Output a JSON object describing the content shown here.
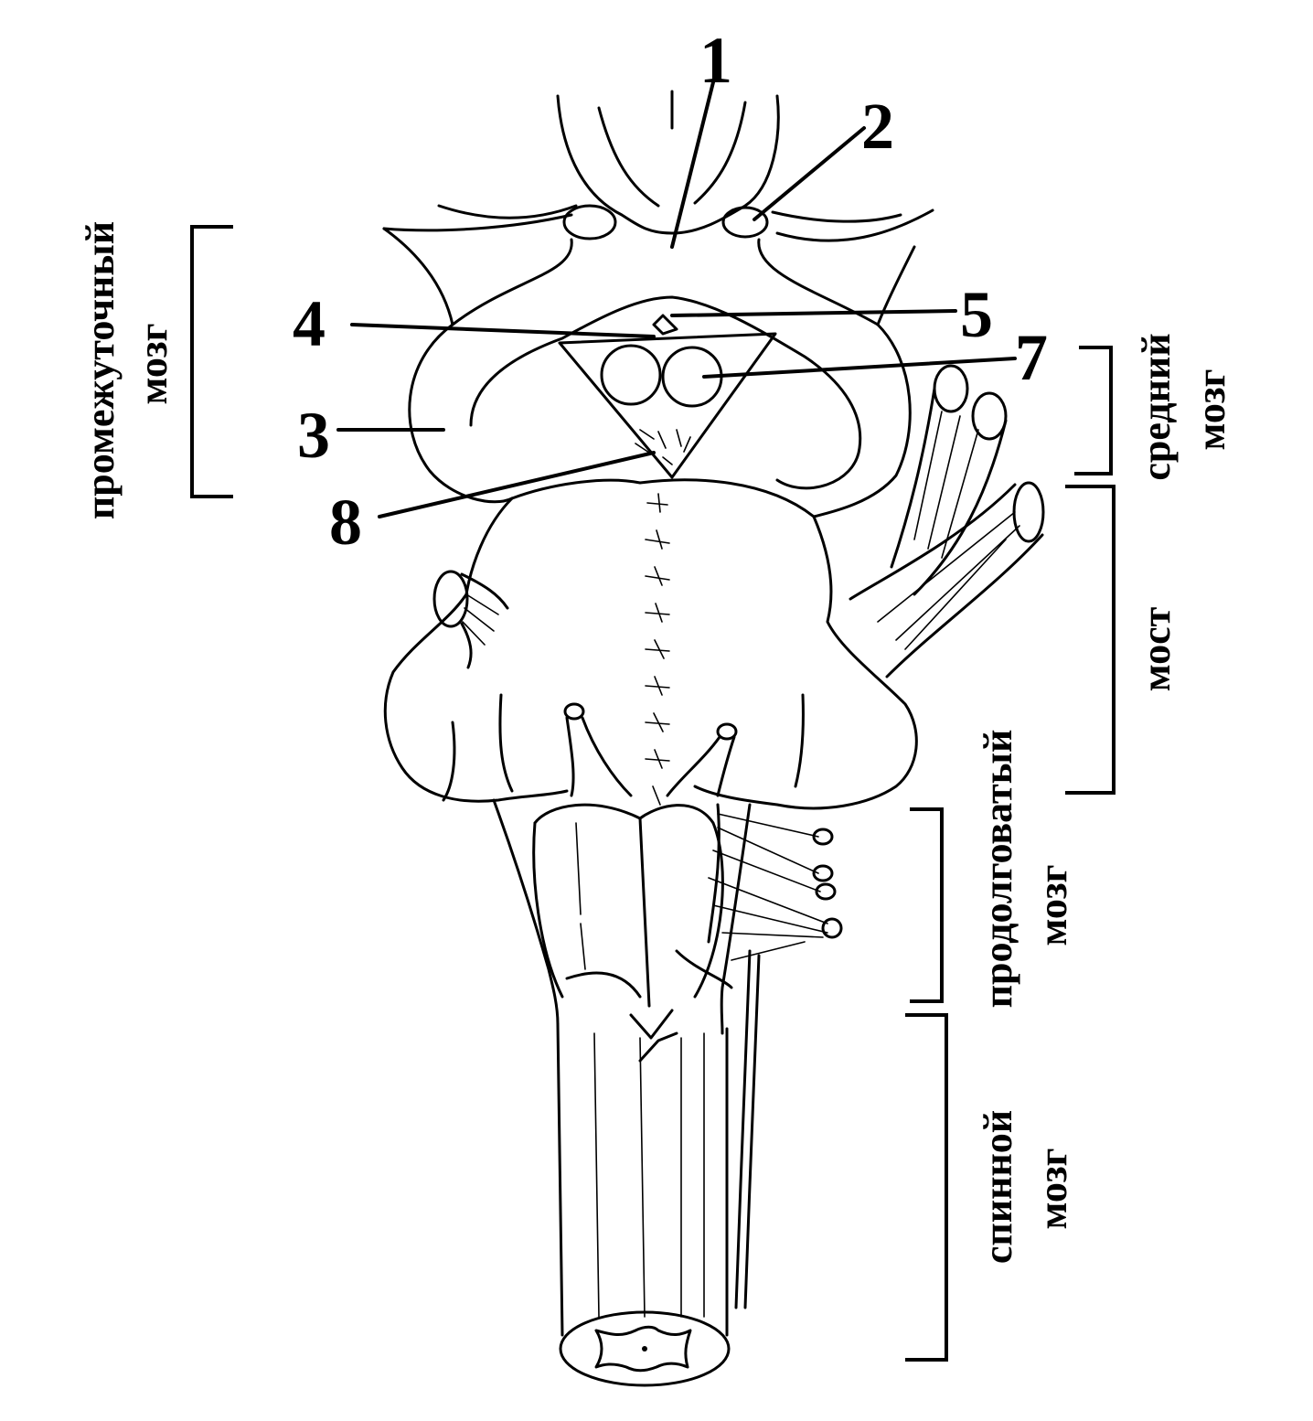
{
  "labels": {
    "n1": "1",
    "n2": "2",
    "n3": "3",
    "n4": "4",
    "n5": "5",
    "n7": "7",
    "n8": "8"
  },
  "regions": {
    "diencephalon_line1": "промежуточный",
    "diencephalon_line2": "мозг",
    "midbrain_line1": "средний",
    "midbrain_line2": "мозг",
    "pons": "мост",
    "medulla_line1": "продолговатый",
    "medulla_line2": "мозг",
    "spinal_line1": "спинной",
    "spinal_line2": "мозг"
  }
}
